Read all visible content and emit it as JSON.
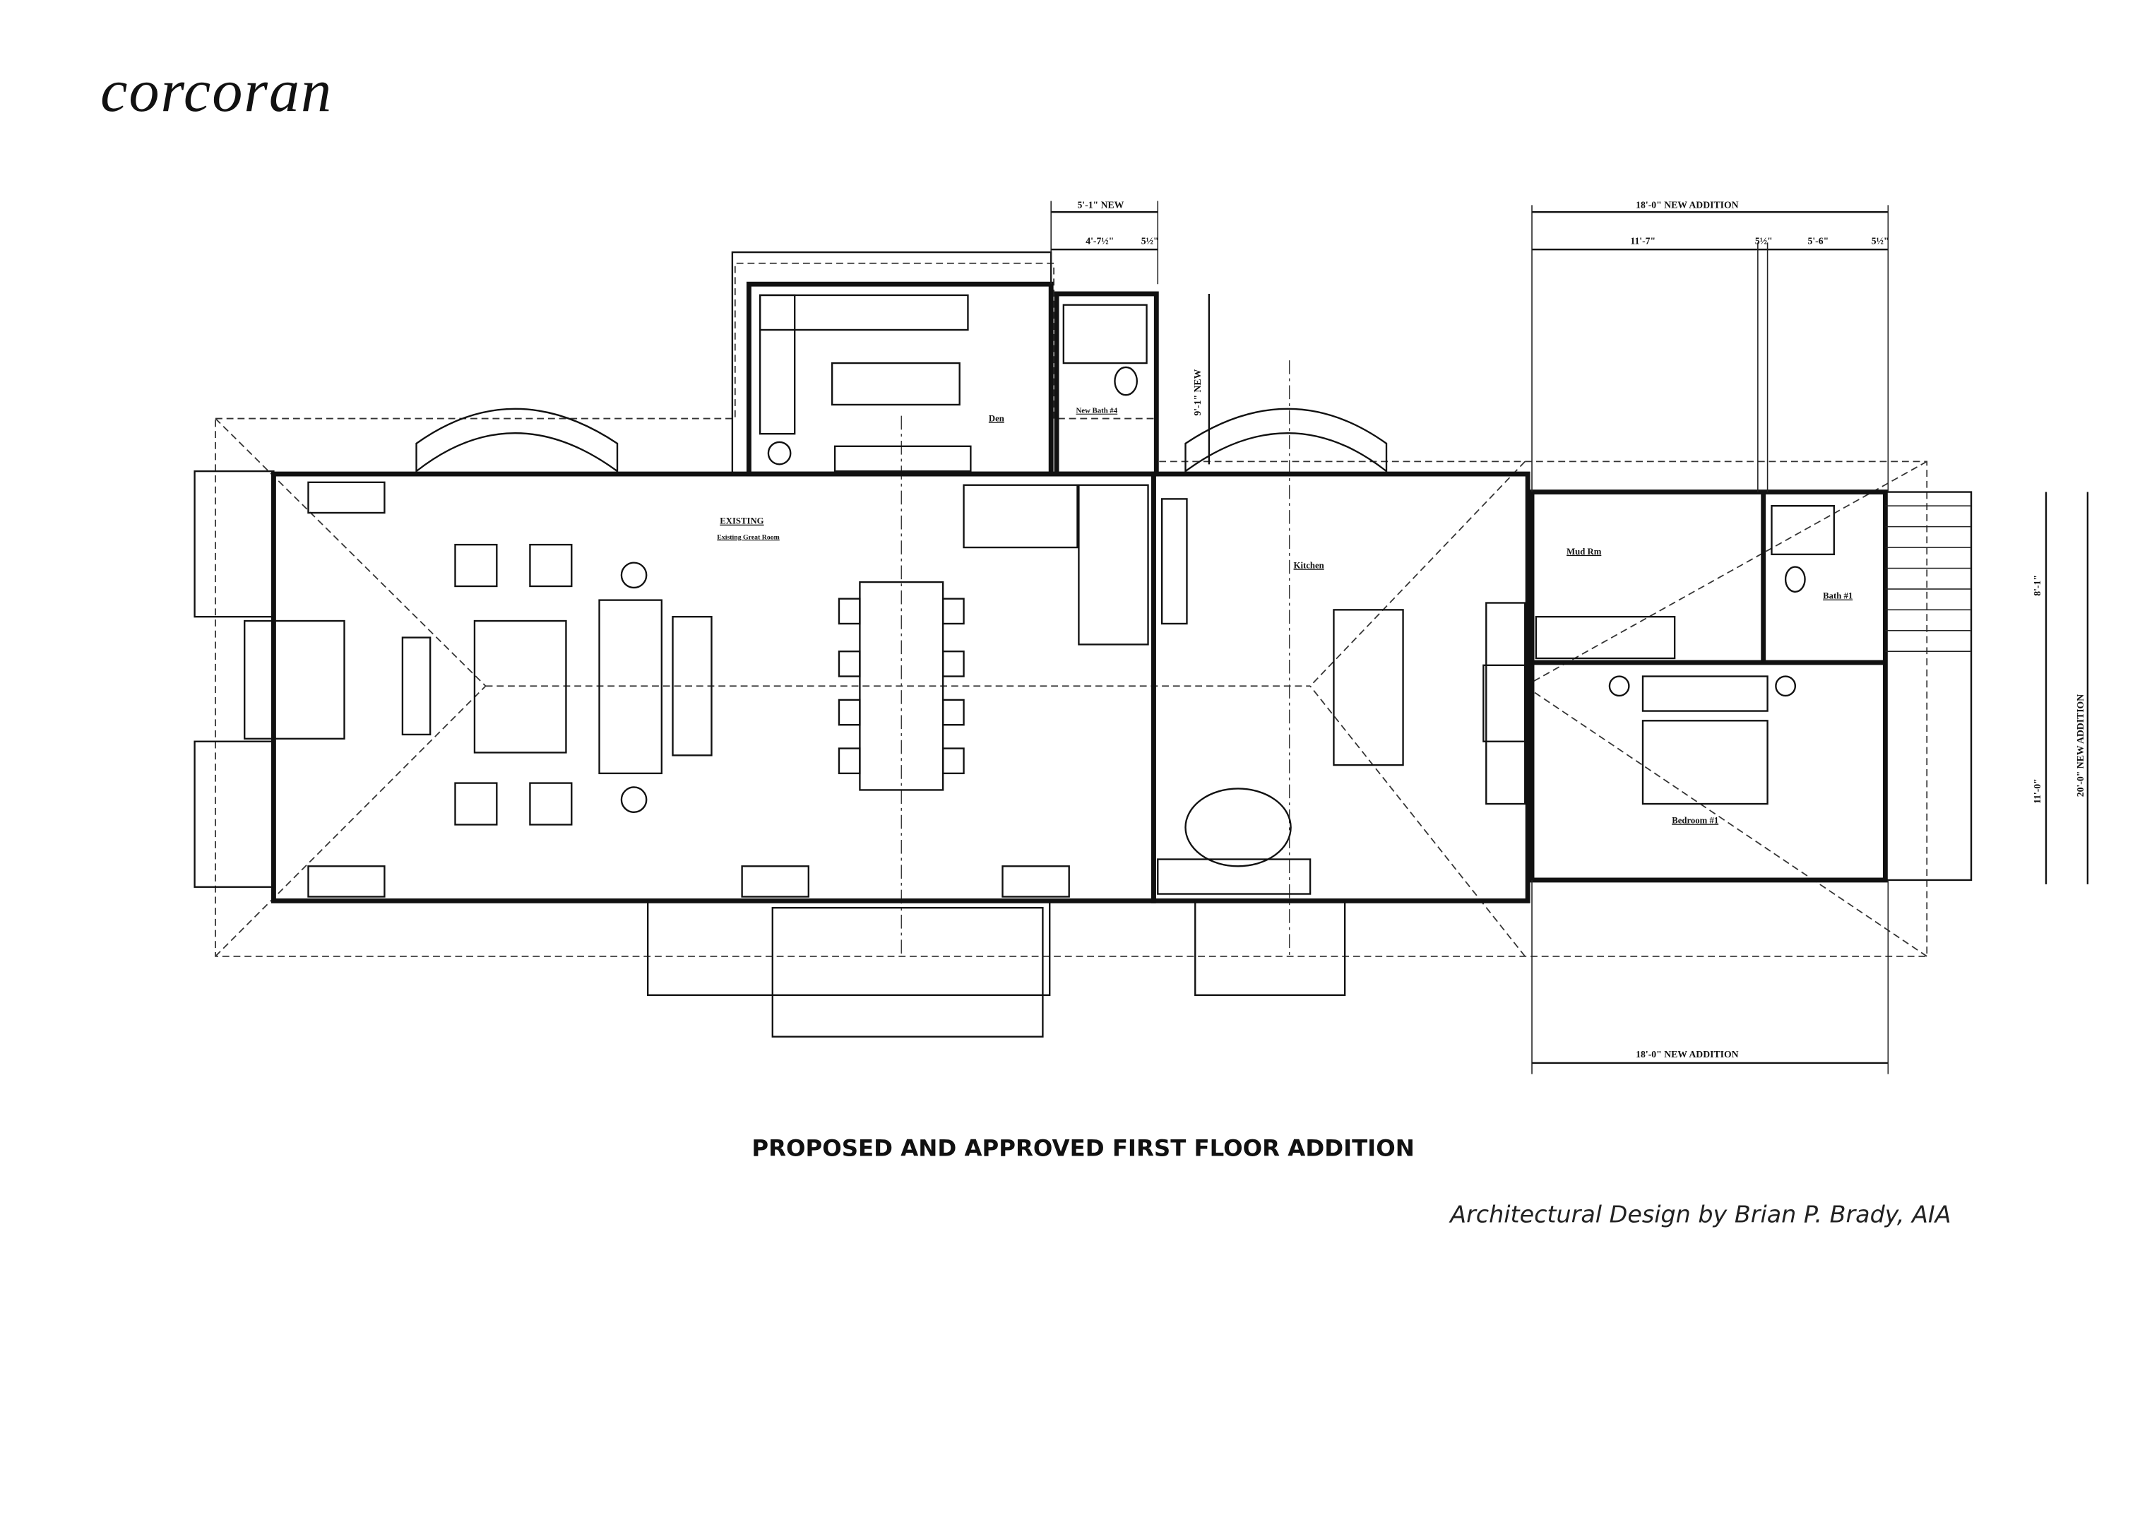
{
  "brand": {
    "logo": "corcoran"
  },
  "rooms": {
    "great_room": "Existing Great Room",
    "den": "Den",
    "bath4": "New Bath #4",
    "kitchen": "Kitchen",
    "mud_room": "Mud Rm",
    "bath1": "Bath #1",
    "bedroom1": "Bedroom #1"
  },
  "dimensions": {
    "den_bath_total": "5'-1\" NEW",
    "den_bath_inner": "4'-7½\"",
    "den_bath_wall": "5½\"",
    "bath4_depth": "9'-1\" NEW",
    "addition_top": "18'-0\" NEW ADDITION",
    "addition_left": "11'-7\"",
    "addition_wall1": "5½\"",
    "addition_right": "5'-6\"",
    "addition_wall2": "5½\"",
    "addition_bottom": "18'-0\" NEW ADDITION",
    "addition_side": "20'-0\" NEW ADDITION",
    "side_upper": "8'-1\"",
    "side_lower": "11'-0\""
  },
  "caption": {
    "title": "PROPOSED AND APPROVED FIRST FLOOR ADDITION",
    "credit": "Architectural Design by Brian P. Brady, AIA"
  }
}
